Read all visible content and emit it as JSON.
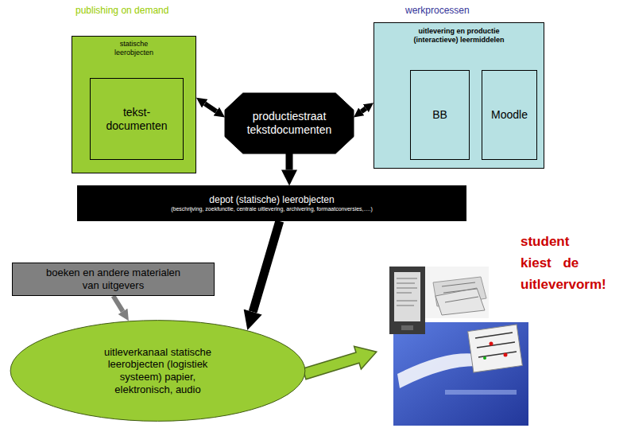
{
  "diagram": {
    "nodes": [
      {
        "text": [
          "statische leerobjecten"
        ]
      },
      {
        "text": [
          "tekst- documenten"
        ],
        "in": 0
      },
      {
        "text": [
          "productiestraat tekstdocumenten"
        ]
      },
      {
        "text": [
          "uitlevering en productie (interactieve) leermiddelen"
        ]
      },
      {
        "text": [
          "BB"
        ],
        "in": 3
      },
      {
        "text": [
          "Moodle"
        ],
        "in": 3
      },
      {
        "text": [
          "depot (statische) leerobjecten",
          "(beschrijving, zoekfunctie, centrale uitlevering, archivering, formaatconversies,….)"
        ]
      },
      {
        "text": [
          "boeken en andere materialen van uitgevers"
        ]
      },
      {
        "text": [
          "uitleverkanaal statische leerobjecten (logistiek systeem) papier, elektronisch, audio"
        ]
      }
    ],
    "edges": [
      {
        "from": 0,
        "to": 2,
        "arrow": "both"
      },
      {
        "from": 2,
        "to": 3,
        "arrow": "both"
      },
      {
        "from": 2,
        "to": 6,
        "arrow": "to"
      },
      {
        "from": 6,
        "to": 8,
        "arrow": "to"
      },
      {
        "from": 7,
        "to": 8,
        "arrow": "to"
      }
    ],
    "labels": [
      "publishing on demand",
      "werkprocessen",
      "student kiest de uitlevervorm!"
    ]
  }
}
